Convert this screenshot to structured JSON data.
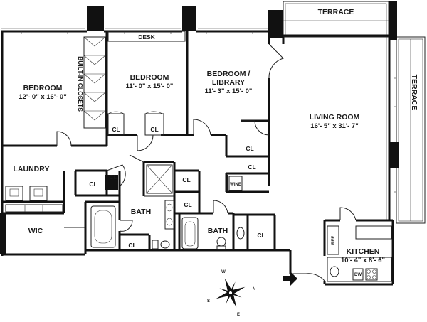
{
  "labels": {
    "terrace_top": "TERRACE",
    "terrace_side": "TERRACE",
    "desk": "DESK",
    "built_in_closets": "BUILT-IN CLOSETS",
    "bedroom1_name": "BEDROOM",
    "bedroom1_dim": "12'- 0\" x 16'- 0\"",
    "bedroom2_name": "BEDROOM",
    "bedroom2_dim": "11'- 0\" x 15'- 0\"",
    "bedroom3_name_1": "BEDROOM /",
    "bedroom3_name_2": "LIBRARY",
    "bedroom3_dim": "11'- 3\" x 15'- 0\"",
    "living_name": "LIVING ROOM",
    "living_dim": "16'- 5\" x 31'- 7\"",
    "laundry": "LAUNDRY",
    "wic": "WIC",
    "bath1": "BATH",
    "bath2": "BATH",
    "kitchen_name": "KITCHEN",
    "kitchen_dim": "10'- 4\" x 8'- 6\"",
    "ref": "REF",
    "dw": "DW",
    "wine": "WINE",
    "cl": "CL",
    "compass_w": "W",
    "compass_n": "N",
    "compass_s": "S",
    "compass_e": "E"
  }
}
